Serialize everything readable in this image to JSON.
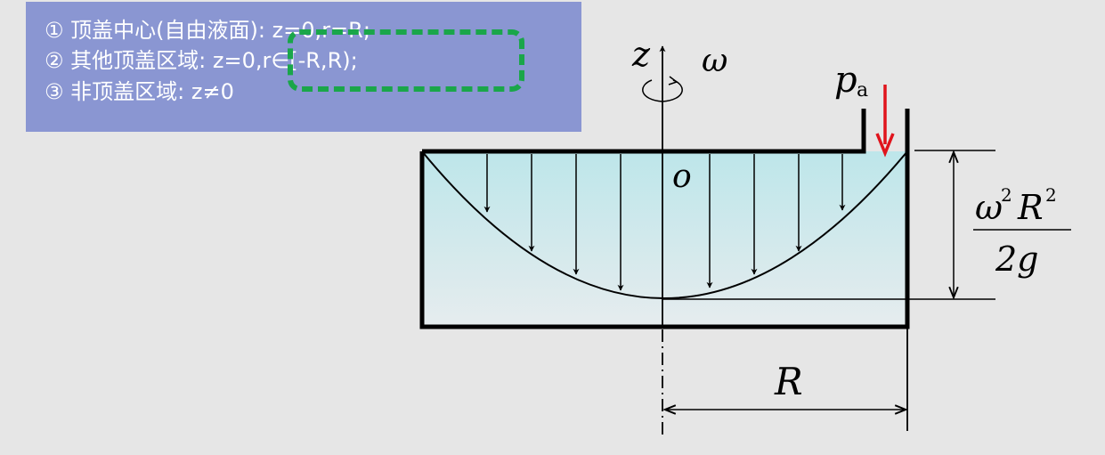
{
  "notes": {
    "line1": "① 顶盖中心(自由液面): z=0,r=R;",
    "line2": "② 其他顶盖区域: z=0,r∈[-R,R);",
    "line3": "③ 非顶盖区域: z≠0"
  },
  "diagram": {
    "axis_label": "z",
    "rotation_label": "ω",
    "origin_label": "o",
    "pressure_symbol": "p",
    "pressure_subscript": "a",
    "height_numerator_base1": "ω",
    "height_numerator_exp1": "2",
    "height_numerator_base2": "R",
    "height_numerator_exp2": "2",
    "height_denominator": "2g",
    "radius_label": "R"
  },
  "colors": {
    "note_background": "#8a96d2",
    "highlight_dashed": "#1aa64a",
    "liquid_top": "#bde6ea",
    "liquid_bottom": "#e6ecee",
    "pressure_arrow": "#e0141c"
  }
}
